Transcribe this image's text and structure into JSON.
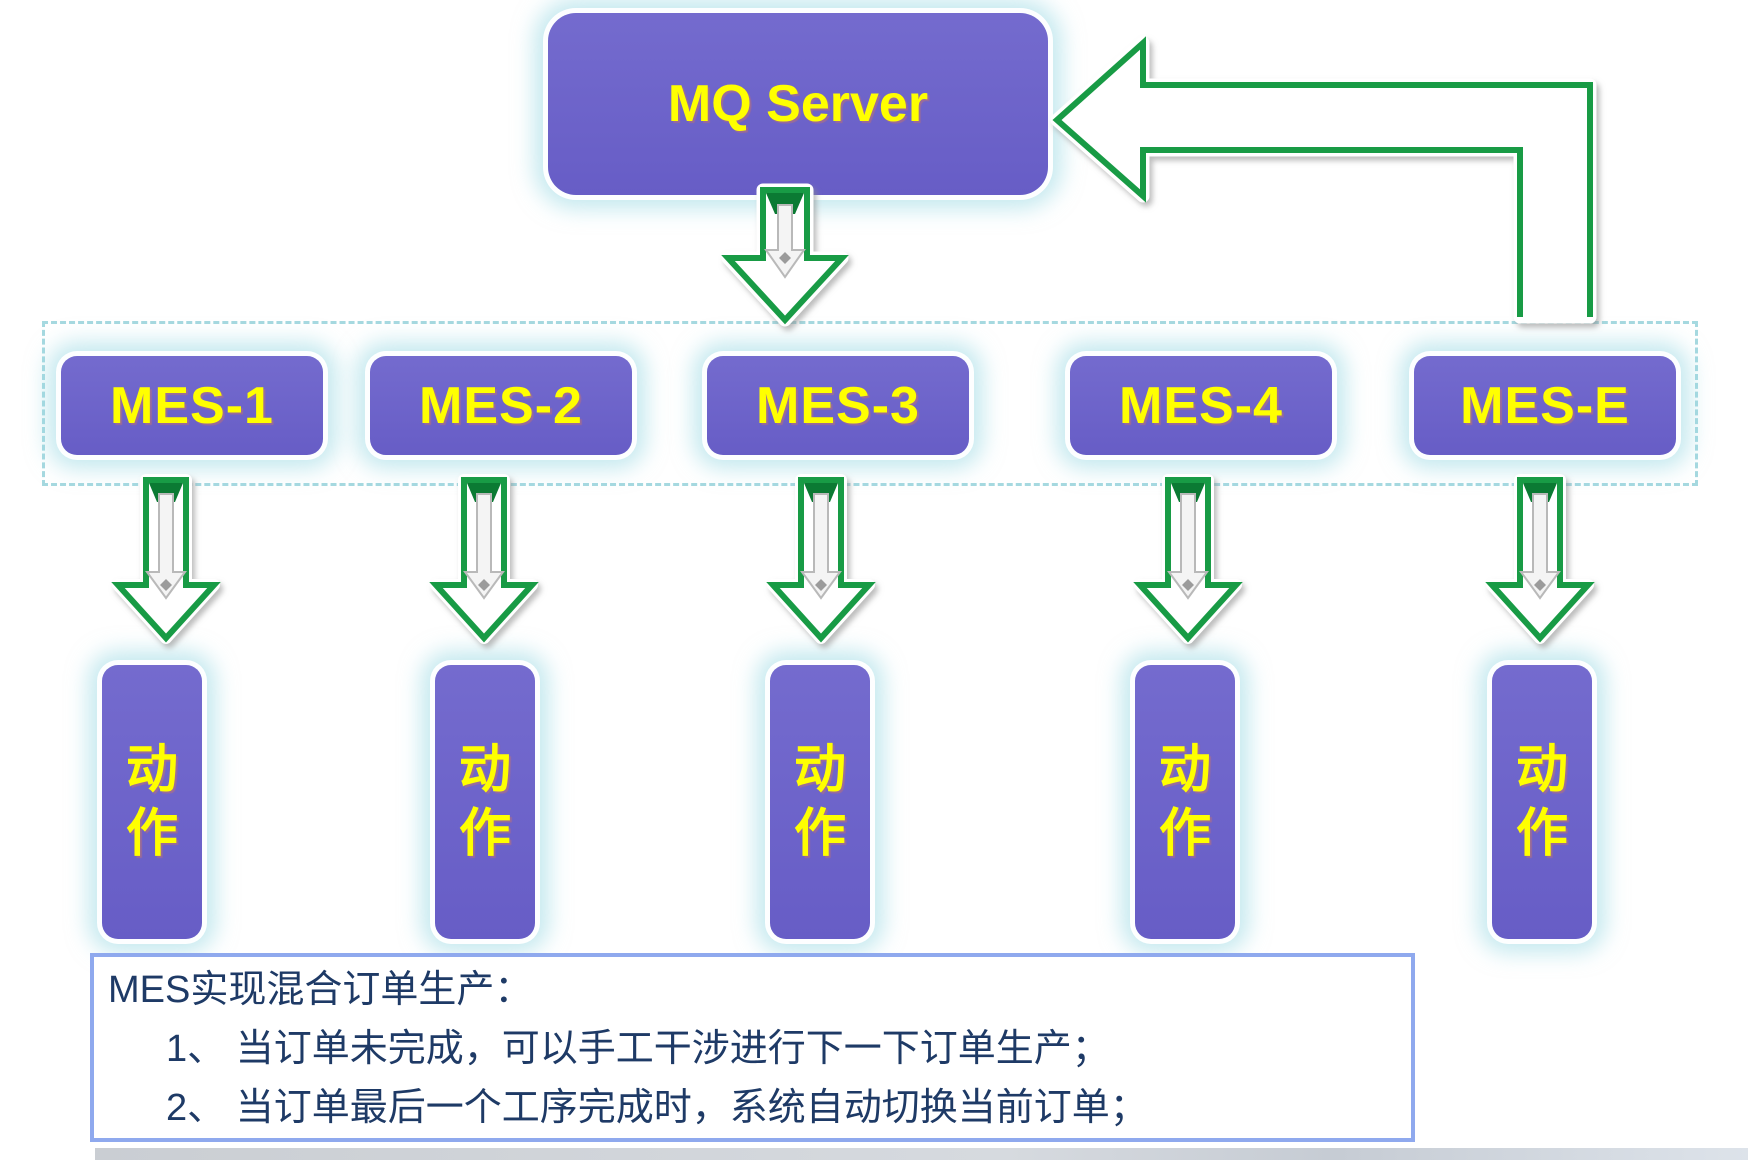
{
  "diagram": {
    "server": {
      "label": "MQ Server"
    },
    "mes_nodes": [
      {
        "label": "MES-1"
      },
      {
        "label": "MES-2"
      },
      {
        "label": "MES-3"
      },
      {
        "label": "MES-4"
      },
      {
        "label": "MES-E"
      }
    ],
    "action_label": "动作",
    "note": {
      "title": "MES实现混合订单生产：",
      "items": [
        "1、 当订单未完成，可以手工干涉进行下一下订单生产；",
        "2、 当订单最后一个工序完成时，系统自动切换当前订单；"
      ]
    },
    "colors": {
      "node_fill": "#6c63c6",
      "node_text": "#ffff00",
      "arrow_green": "#189b45",
      "arrow_dark_green": "#0b7a33",
      "dashed_border": "#a6d9e0",
      "note_border": "#8fa9ee",
      "note_text": "#1e3a66",
      "glow": "#cdeef3"
    }
  }
}
